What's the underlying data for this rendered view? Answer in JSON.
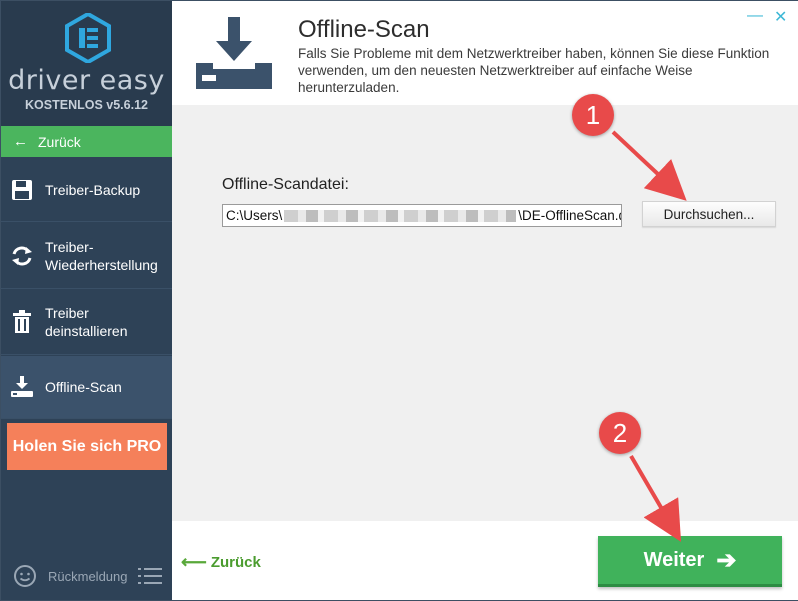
{
  "sidebar": {
    "brand": "driver easy",
    "version": "KOSTENLOS v5.6.12",
    "back_label": "Zurück",
    "items": [
      {
        "label_line1": "Treiber-Backup",
        "label_line2": "",
        "icon": "floppy-disk-icon"
      },
      {
        "label_line1": "Treiber-",
        "label_line2": "Wiederherstellung",
        "icon": "restore-arrows-icon"
      },
      {
        "label_line1": "Treiber",
        "label_line2": "deinstallieren",
        "icon": "trash-icon"
      },
      {
        "label_line1": "Offline-Scan",
        "label_line2": "",
        "icon": "download-tray-icon",
        "active": true
      }
    ],
    "pro_button": "Holen Sie sich PRO",
    "feedback": "Rückmeldung"
  },
  "header": {
    "title": "Offline-Scan",
    "description": "Falls Sie Probleme mit dem Netzwerktreiber haben, können Sie diese Funktion verwenden, um den neuesten Netzwerktreiber auf einfache Weise herunterzuladen."
  },
  "main": {
    "scan_label": "Offline-Scandatei:",
    "path_prefix": "C:\\Users\\",
    "path_suffix": "\\DE-OfflineScan.de",
    "browse_button": "Durchsuchen..."
  },
  "footer": {
    "back_label": "Zurück",
    "next_button": "Weiter"
  },
  "annotations": [
    "1",
    "2"
  ],
  "colors": {
    "sidebar": "#2e4257",
    "accent_green": "#40b25b",
    "pro_orange": "#f5805a",
    "annotation_red": "#e84a4a",
    "window_controls": "#3db8d6"
  }
}
